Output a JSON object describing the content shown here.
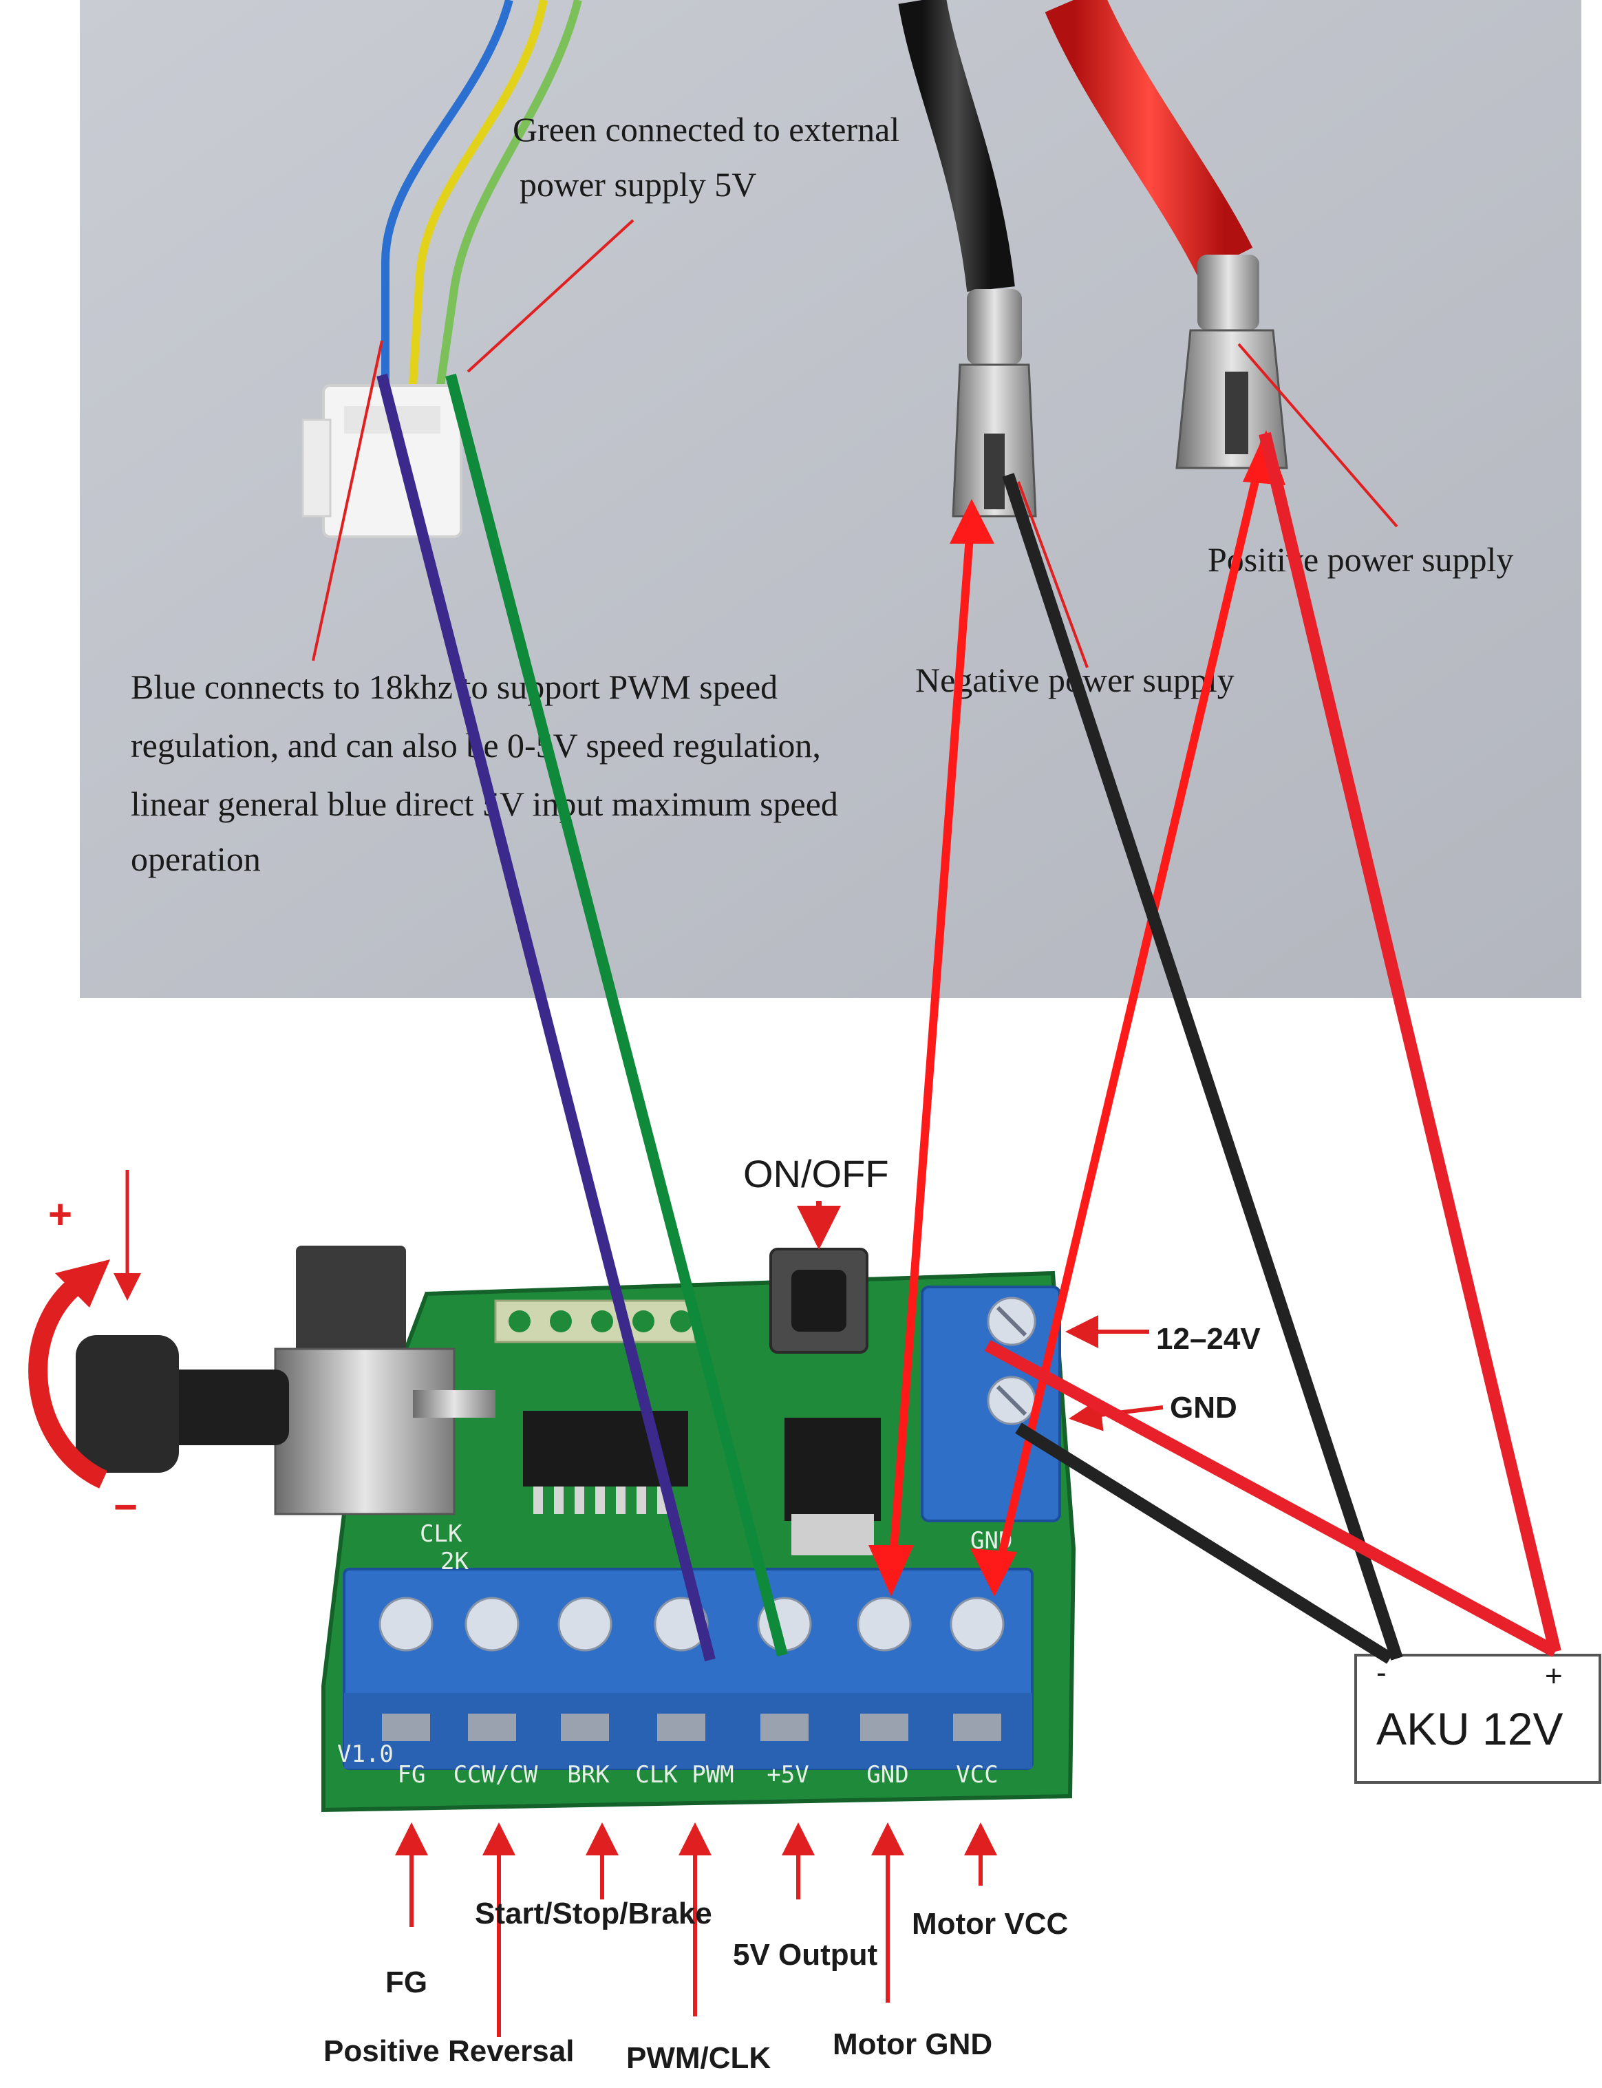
{
  "photo": {
    "green_note_1": "Green connected to external",
    "green_note_2": "power supply 5V",
    "positive_note": "Positive power supply",
    "negative_note": "Negative power supply",
    "blue_note_1": "Blue connects to 18khz to support PWM speed",
    "blue_note_2": "regulation, and can also be 0-5V speed regulation,",
    "blue_note_3": "linear general blue direct 5V input maximum speed",
    "blue_note_4": "operation"
  },
  "board": {
    "switch_label": "ON/OFF",
    "knob_plus": "+",
    "knob_minus": "−",
    "power_label": "12–24V",
    "gnd_label": "GND",
    "silk_labels": [
      "FG",
      "CCW/CW",
      "BRK",
      "CLK PWM",
      "+5V",
      "GND",
      "VCC"
    ],
    "silk_gnd_top": "GND",
    "silk_clk": "CLK",
    "silk_2k": "2K",
    "silk_version": "V1.0",
    "pins": {
      "fg": "FG",
      "positive_reversal": "Positive Reversal",
      "start_stop_brake": "Start/Stop/Brake",
      "pwm_clk": "PWM/CLK",
      "five_v_output": "5V Output",
      "motor_gnd": "Motor GND",
      "motor_vcc": "Motor VCC"
    }
  },
  "battery": {
    "label": "AKU 12V",
    "minus": "-",
    "plus": "+"
  },
  "colors": {
    "wire_blue": "#3b2a8c",
    "wire_green": "#0e8a3a",
    "wire_red": "#e8202a",
    "wire_black": "#222222",
    "pcb": "#1f8a3a",
    "terminal": "#2f6fc8"
  }
}
